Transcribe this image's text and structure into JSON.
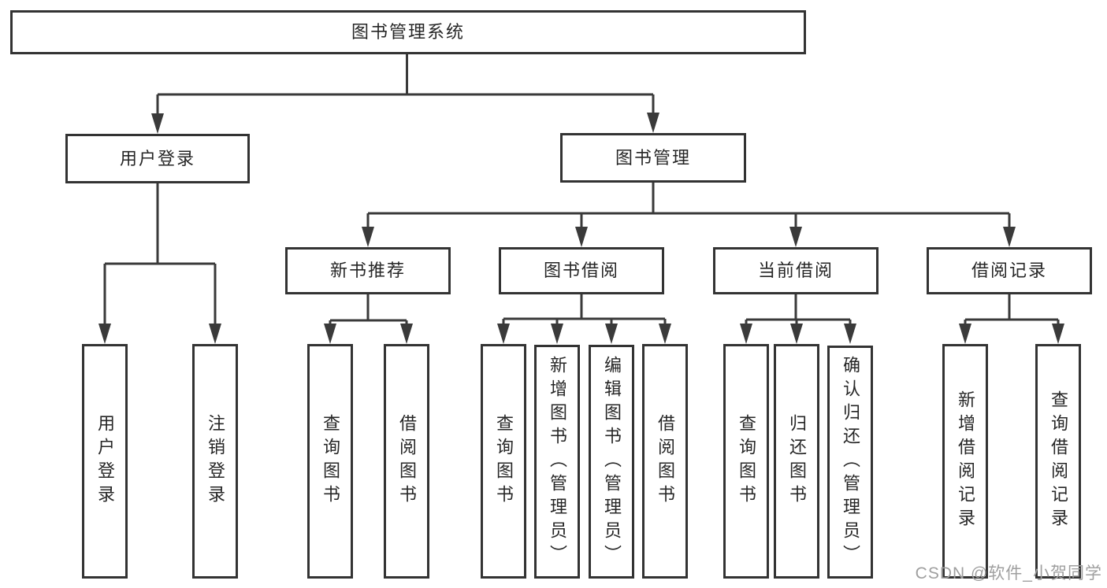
{
  "colors": {
    "line": "#3a3a3a",
    "box_border": "#333333",
    "text": "#262626",
    "watermark": "#9f9f9f",
    "background": "#ffffff"
  },
  "watermark": {
    "text": "CSDN @软件_小贺同学"
  },
  "diagram": {
    "root": {
      "label": "图书管理系统",
      "children": [
        {
          "label": "用户登录",
          "children": [
            {
              "label": "用户登录"
            },
            {
              "label": "注销登录"
            }
          ]
        },
        {
          "label": "图书管理",
          "children": [
            {
              "label": "新书推荐",
              "children": [
                {
                  "label": "查询图书"
                },
                {
                  "label": "借阅图书"
                }
              ]
            },
            {
              "label": "图书借阅",
              "children": [
                {
                  "label": "查询图书"
                },
                {
                  "label": "新增图书（管理员）"
                },
                {
                  "label": "编辑图书（管理员）"
                },
                {
                  "label": "借阅图书"
                }
              ]
            },
            {
              "label": "当前借阅",
              "children": [
                {
                  "label": "查询图书"
                },
                {
                  "label": "归还图书"
                },
                {
                  "label": "确认归还（管理员）"
                }
              ]
            },
            {
              "label": "借阅记录",
              "children": [
                {
                  "label": "新增借阅记录"
                },
                {
                  "label": "查询借阅记录"
                }
              ]
            }
          ]
        }
      ]
    }
  }
}
